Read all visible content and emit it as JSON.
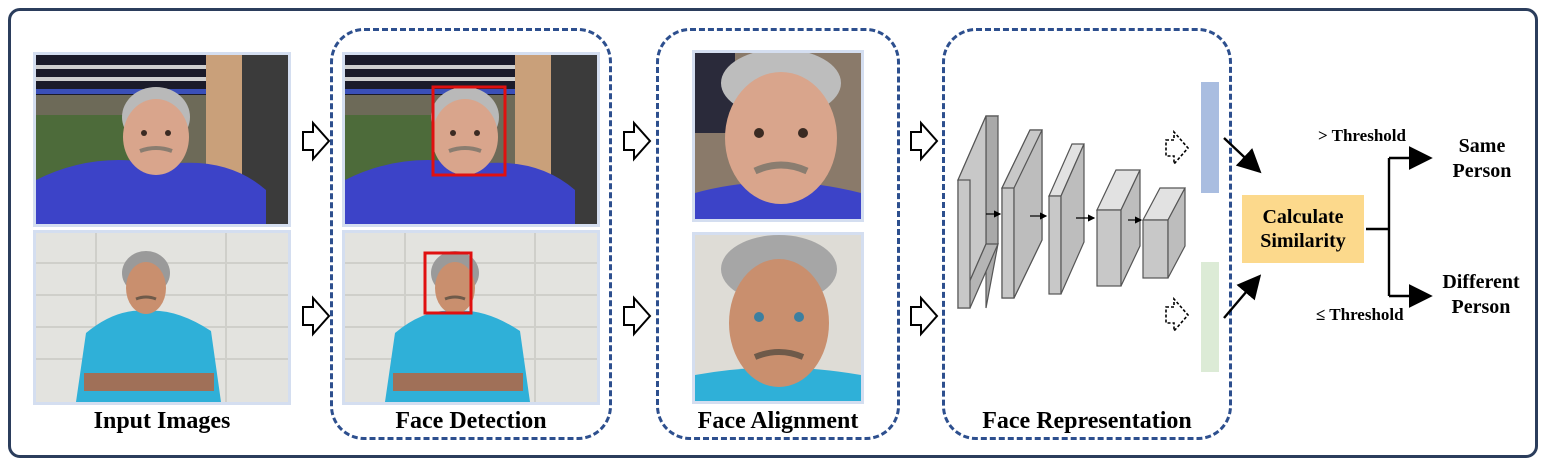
{
  "stages": {
    "input": "Input Images",
    "detection": "Face Detection",
    "alignment": "Face Alignment",
    "representation": "Face Representation"
  },
  "calculate": {
    "line1": "Calculate",
    "line2": "Similarity"
  },
  "thresholds": {
    "above": "> Threshold",
    "below": "≤ Threshold"
  },
  "outcomes": {
    "same": {
      "line1": "Same",
      "line2": "Person"
    },
    "different": {
      "line1": "Different",
      "line2": "Person"
    }
  },
  "colors": {
    "frame": "#2b3d5c",
    "dashed_border": "#2d4f8e",
    "detection_box": "#e01010",
    "calc_fill": "#fcd98c",
    "embedding_top": "#a9bde0",
    "embedding_bottom": "#dcebd6",
    "layer_fill": "#c8c8c8"
  }
}
